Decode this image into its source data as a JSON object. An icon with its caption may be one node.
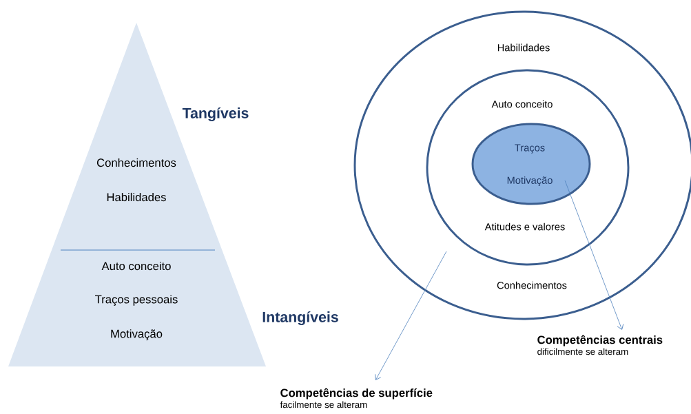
{
  "diagram": {
    "nodes": [
      {
        "text": [
          "Conhecimentos",
          "Habilidades",
          "Auto conceito",
          "Traços pessoais",
          "Motivação"
        ],
        "beside": [
          "Tangíveis",
          "Intangíveis"
        ]
      },
      {
        "text": [
          "Habilidades",
          "Conhecimentos"
        ]
      },
      {
        "text": [
          "Auto conceito",
          "Atitudes e valores"
        ],
        "in": 1
      },
      {
        "text": [
          "Traços",
          "Motivação"
        ],
        "in": 2
      },
      {
        "text": [
          "Competências de superfície",
          "facilmente se alteram"
        ]
      },
      {
        "text": [
          "Competências centrais",
          "dificilmente se alteram"
        ]
      }
    ],
    "edges": [
      {
        "from": 1,
        "to": 4,
        "arrow": "to"
      },
      {
        "from": 3,
        "to": 5,
        "arrow": "to"
      }
    ]
  }
}
